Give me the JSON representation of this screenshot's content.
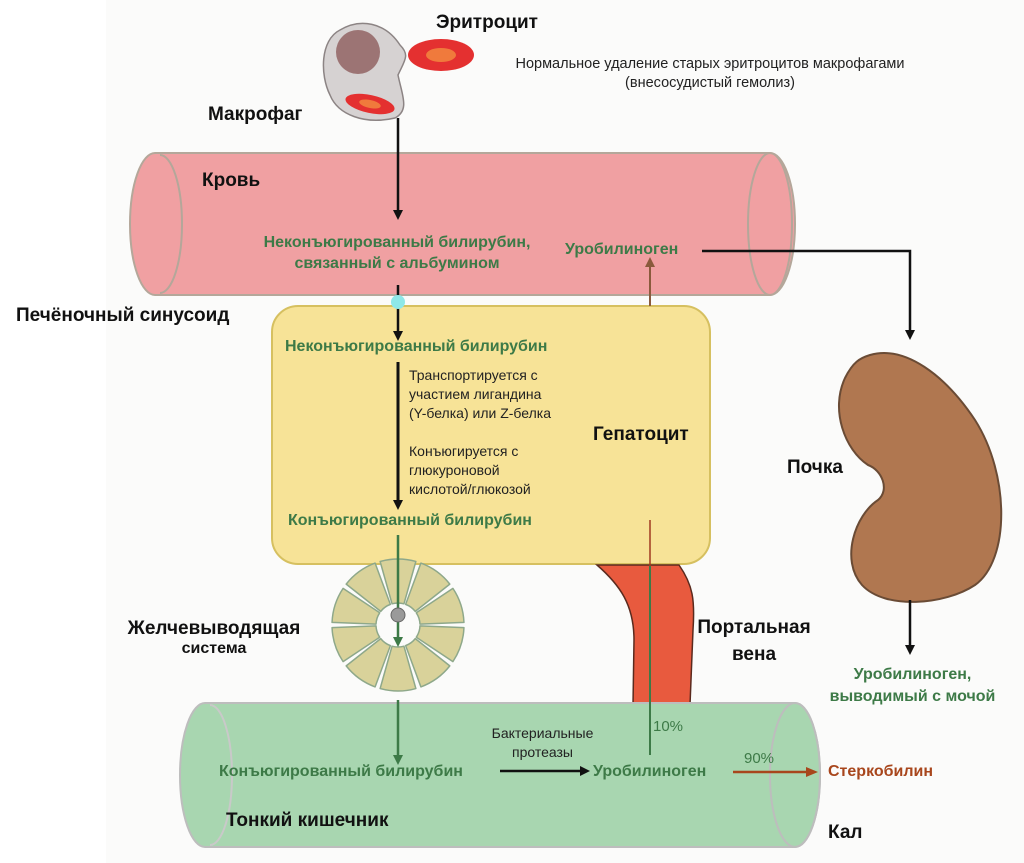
{
  "labels": {
    "erythrocyte": "Эритроцит",
    "macrophage": "Макрофаг",
    "hemolysis_note_line1": "Нормальное удаление старых эритроцитов макрофагами",
    "hemolysis_note_line2": "(внесосудистый гемолиз)",
    "blood": "Кровь",
    "unconj_albumin_line1": "Неконъюгированный билирубин,",
    "unconj_albumin_line2": "связанный с альбумином",
    "urobilinogen_blood": "Уробилиноген",
    "hepatic_sinusoid": "Печёночный синусоид",
    "unconj_hepatocyte": "Неконъюгированный билирубин",
    "transport_line1": "Транспортируется с",
    "transport_line2": "участием лигандина",
    "transport_line3": "(Y-белка) или Z-белка",
    "conjug_line1": "Конъюгируется с",
    "conjug_line2": "глюкуроновой",
    "conjug_line3": "кислотой/глюкозой",
    "conj_hepatocyte": "Конъюгированный билирубин",
    "hepatocyte": "Гепатоцит",
    "kidney": "Почка",
    "biliary_line1": "Желчевыводящая",
    "biliary_line2": "система",
    "portal_line1": "Портальная",
    "portal_line2": "вена",
    "urine_line1": "Уробилиноген,",
    "urine_line2": "выводимый с мочой",
    "percent_10": "10%",
    "percent_90": "90%",
    "bacterial_line1": "Бактериальные",
    "bacterial_line2": "протеазы",
    "conj_intestine": "Конъюгированный билирубин",
    "urobilinogen_intestine": "Уробилиноген",
    "stercobilin": "Стеркобилин",
    "small_intestine": "Тонкий кишечник",
    "feces": "Кал"
  },
  "colors": {
    "blood_vessel": "#f0a0a2",
    "hepatocyte": "#f7e397",
    "intestine": "#a8d6b0",
    "kidney": "#b07750",
    "portal_vein": "#e85a3e",
    "green_text": "#3d7a47",
    "stercobilin": "#a8461c"
  }
}
